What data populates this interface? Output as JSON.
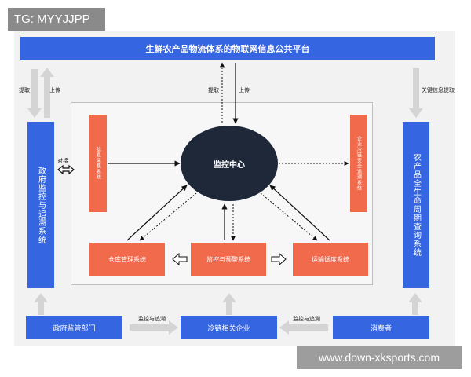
{
  "tag": "TG: MYYJJPP",
  "watermark": "www.down-xksports.com",
  "platform_title": "生鲜农产品物流体系的物联网信息公共平台",
  "left_panel": "政府监控与追溯系统",
  "right_panel": "农产品全生命周期查询系统",
  "center": "监控中心",
  "info_collect": "信息采集系统",
  "enterprise_safety": "企业冷链安全追溯系统",
  "warehouse": "仓库管理系统",
  "monitor_warn": "监控与预警系统",
  "transport": "运输调度系统",
  "gov_dept": "政府监管部门",
  "cold_chain": "冷链相关企业",
  "consumer": "消费者",
  "labels": {
    "fetch_left": "提取",
    "upload_left": "上传",
    "fetch_mid": "提取",
    "upload_mid": "上传",
    "key_info_fetch": "关键信息提取",
    "docking": "对接",
    "monitor_trace_1": "监控与追溯",
    "monitor_trace_2": "监控与追溯"
  },
  "colors": {
    "blue": "#3565e0",
    "orange": "#f26a4c",
    "dark": "#1f2838",
    "gray_arrow": "#d4d4d4"
  }
}
